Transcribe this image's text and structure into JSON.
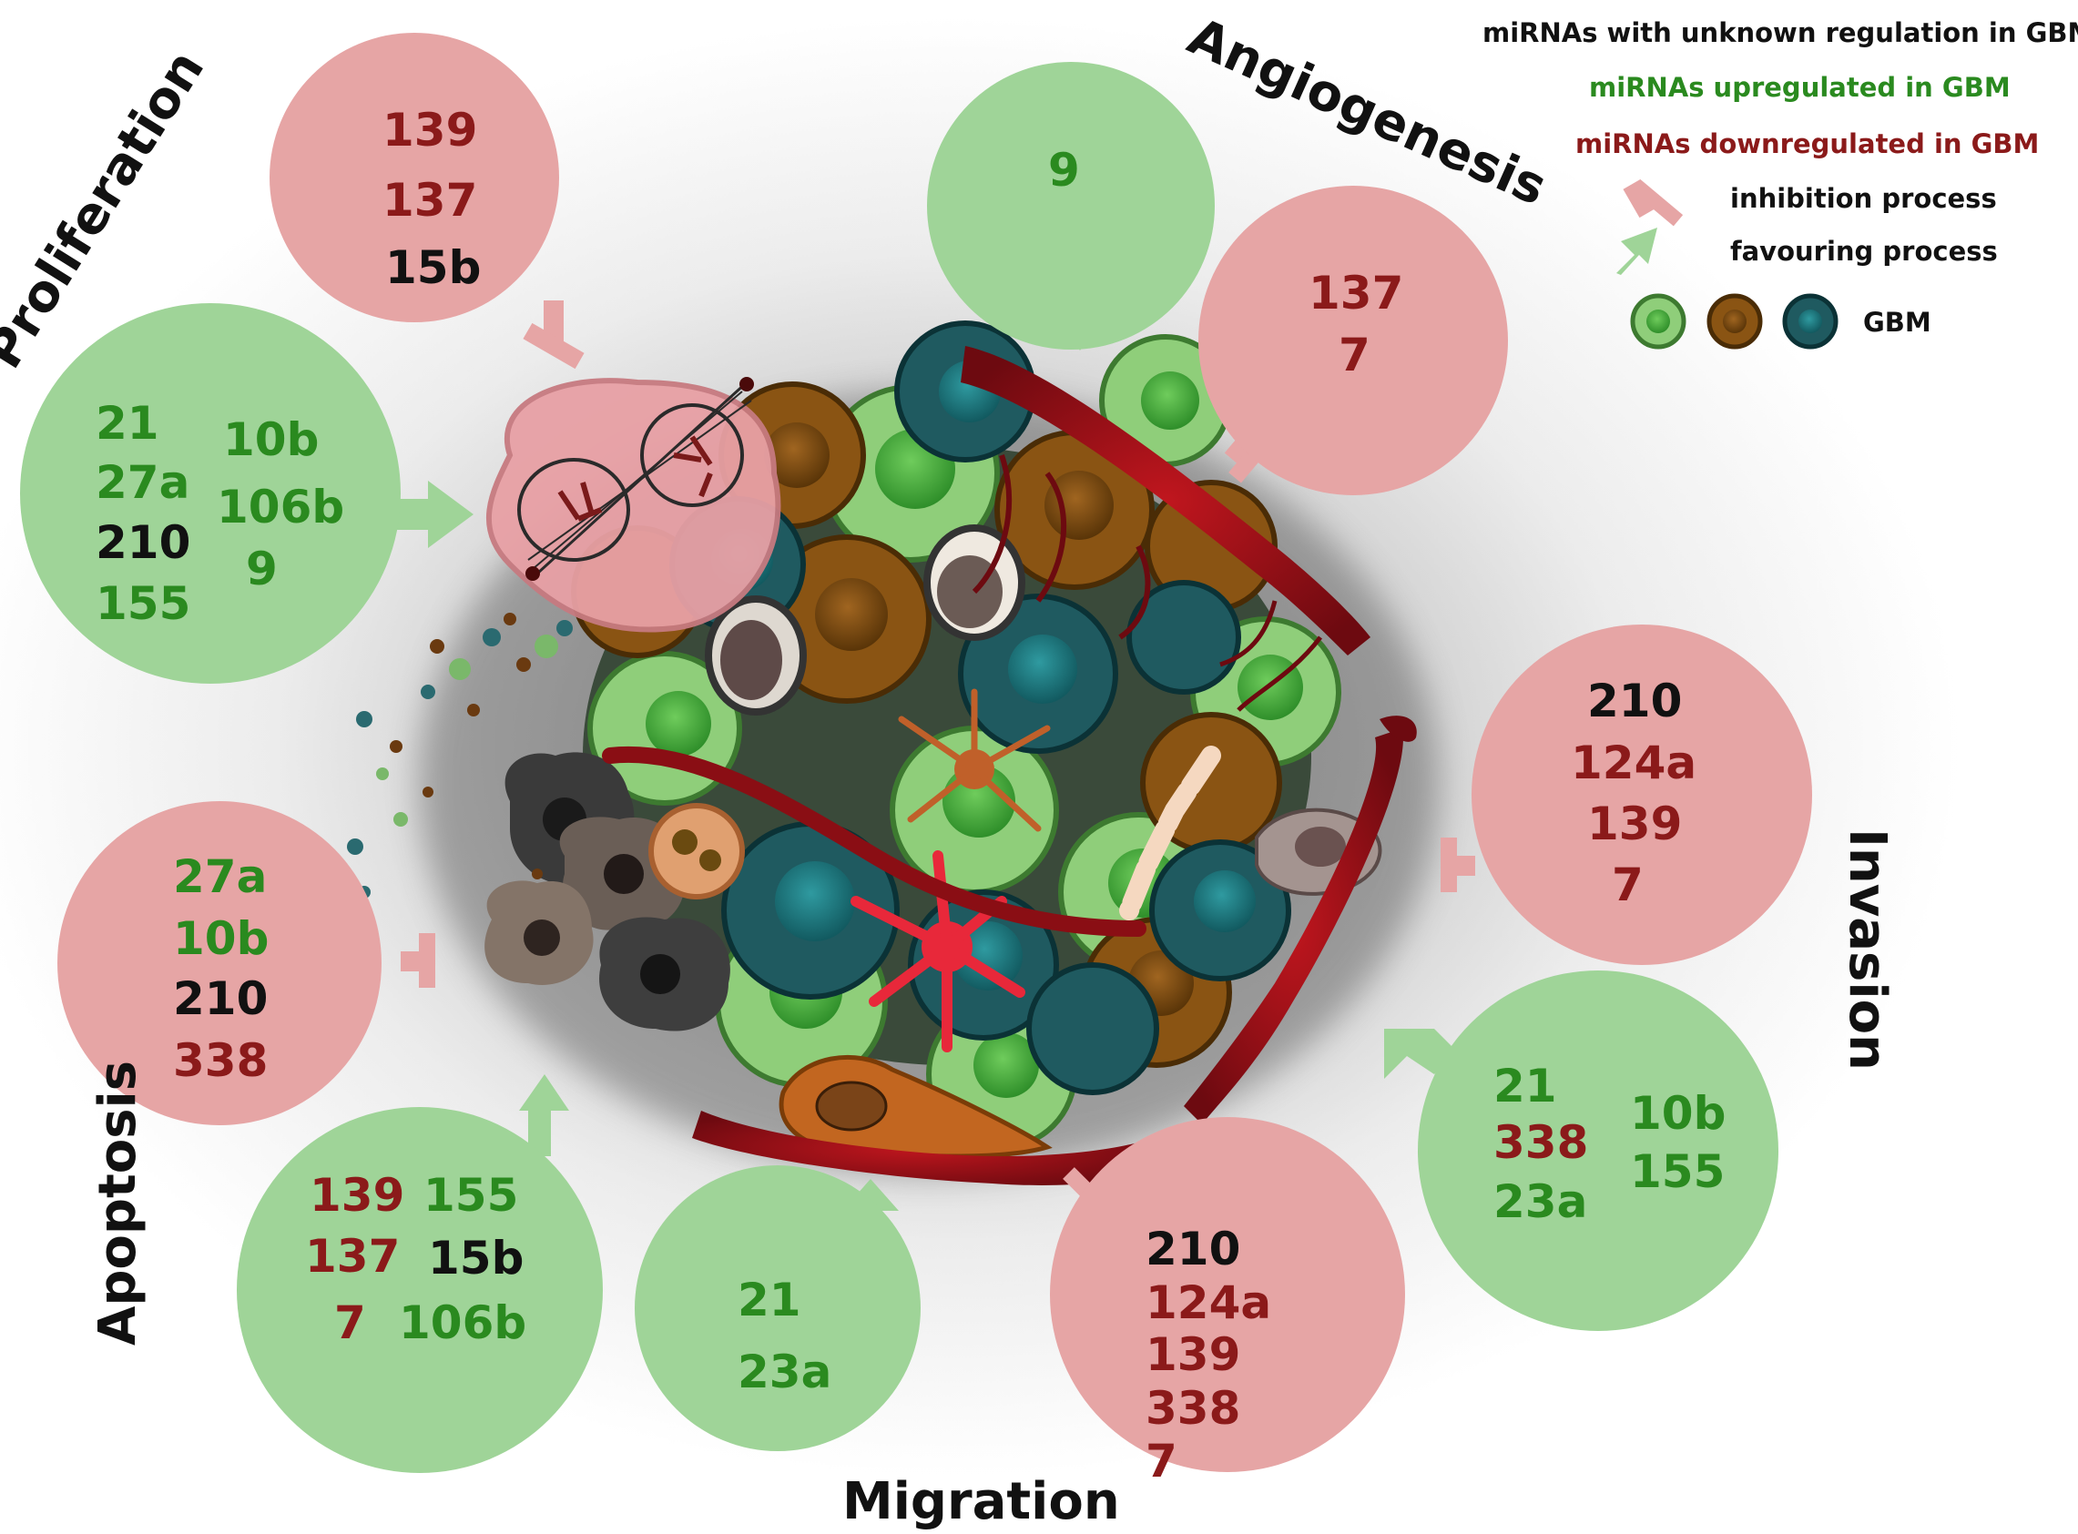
{
  "colors": {
    "upregulated": "#2a8a1f",
    "downregulated": "#8b1a1a",
    "unknown": "#111111",
    "inhibition_circle": "#e6a5a5",
    "favouring_circle": "#9fd498"
  },
  "legend": {
    "unknown": "miRNAs with unknown regulation in GBM",
    "upregulated": "miRNAs upregulated in GBM",
    "downregulated": "miRNAs downregulated in GBM",
    "inhibition": "inhibition process",
    "favouring": "favouring process",
    "gbm": "GBM"
  },
  "processes": {
    "proliferation": "Proliferation",
    "angiogenesis": "Angiogenesis",
    "invasion": "Invasion",
    "migration": "Migration",
    "apoptosis": "Apoptosis"
  },
  "groups": {
    "proliferation_inhibit": [
      {
        "label": "139",
        "regulation": "down"
      },
      {
        "label": "137",
        "regulation": "down"
      },
      {
        "label": "15b",
        "regulation": "unknown"
      }
    ],
    "proliferation_favour": [
      {
        "label": "21",
        "regulation": "up"
      },
      {
        "label": "27a",
        "regulation": "up"
      },
      {
        "label": "210",
        "regulation": "unknown"
      },
      {
        "label": "155",
        "regulation": "up"
      },
      {
        "label": "10b",
        "regulation": "up"
      },
      {
        "label": "106b",
        "regulation": "up"
      },
      {
        "label": "9",
        "regulation": "up"
      }
    ],
    "angiogenesis_favour": [
      {
        "label": "9",
        "regulation": "up"
      }
    ],
    "angiogenesis_inhibit": [
      {
        "label": "137",
        "regulation": "down"
      },
      {
        "label": "7",
        "regulation": "down"
      }
    ],
    "invasion_inhibit": [
      {
        "label": "210",
        "regulation": "unknown"
      },
      {
        "label": "124a",
        "regulation": "down"
      },
      {
        "label": "139",
        "regulation": "down"
      },
      {
        "label": "7",
        "regulation": "down"
      }
    ],
    "invasion_favour": [
      {
        "label": "21",
        "regulation": "up"
      },
      {
        "label": "338",
        "regulation": "down"
      },
      {
        "label": "23a",
        "regulation": "up"
      },
      {
        "label": "10b",
        "regulation": "up"
      },
      {
        "label": "155",
        "regulation": "up"
      }
    ],
    "migration_inhibit": [
      {
        "label": "210",
        "regulation": "unknown"
      },
      {
        "label": "124a",
        "regulation": "down"
      },
      {
        "label": "139",
        "regulation": "down"
      },
      {
        "label": "338",
        "regulation": "down"
      },
      {
        "label": "7",
        "regulation": "down"
      }
    ],
    "migration_favour": [
      {
        "label": "21",
        "regulation": "up"
      },
      {
        "label": "23a",
        "regulation": "up"
      }
    ],
    "apoptosis_inhibit": [
      {
        "label": "27a",
        "regulation": "up"
      },
      {
        "label": "10b",
        "regulation": "up"
      },
      {
        "label": "210",
        "regulation": "unknown"
      },
      {
        "label": "338",
        "regulation": "down"
      }
    ],
    "apoptosis_favour": [
      {
        "label": "139",
        "regulation": "down"
      },
      {
        "label": "137",
        "regulation": "down"
      },
      {
        "label": "7",
        "regulation": "down"
      },
      {
        "label": "155",
        "regulation": "up"
      },
      {
        "label": "15b",
        "regulation": "unknown"
      },
      {
        "label": "106b",
        "regulation": "up"
      }
    ]
  }
}
